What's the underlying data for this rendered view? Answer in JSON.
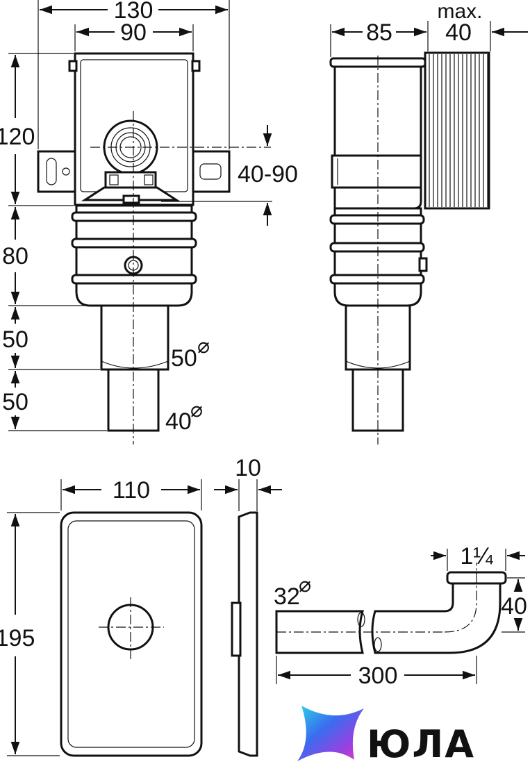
{
  "dimensions": {
    "front_view": {
      "overall_width": "130",
      "body_width": "90",
      "box_height": "120",
      "adjust_range": "40-90",
      "lower_body_height": "80",
      "spigot_upper_height": "50",
      "spigot_lower_height": "50",
      "spigot_upper_diameter": "50",
      "spigot_lower_diameter": "40",
      "diameter_symbol": "⌀"
    },
    "side_view": {
      "depth": "85",
      "max_label": "max.",
      "max_extension": "40"
    },
    "cover_plate": {
      "width": "110",
      "height": "195",
      "thickness": "10"
    },
    "pipe_bend": {
      "pipe_diameter": "32",
      "thread_size": "1¼",
      "height": "40",
      "length": "300"
    }
  },
  "brand": {
    "name": "ЮЛА",
    "logo_colors": [
      "#2ad4e8",
      "#3b6cf0",
      "#9b3fe0",
      "#e83fa8"
    ]
  }
}
